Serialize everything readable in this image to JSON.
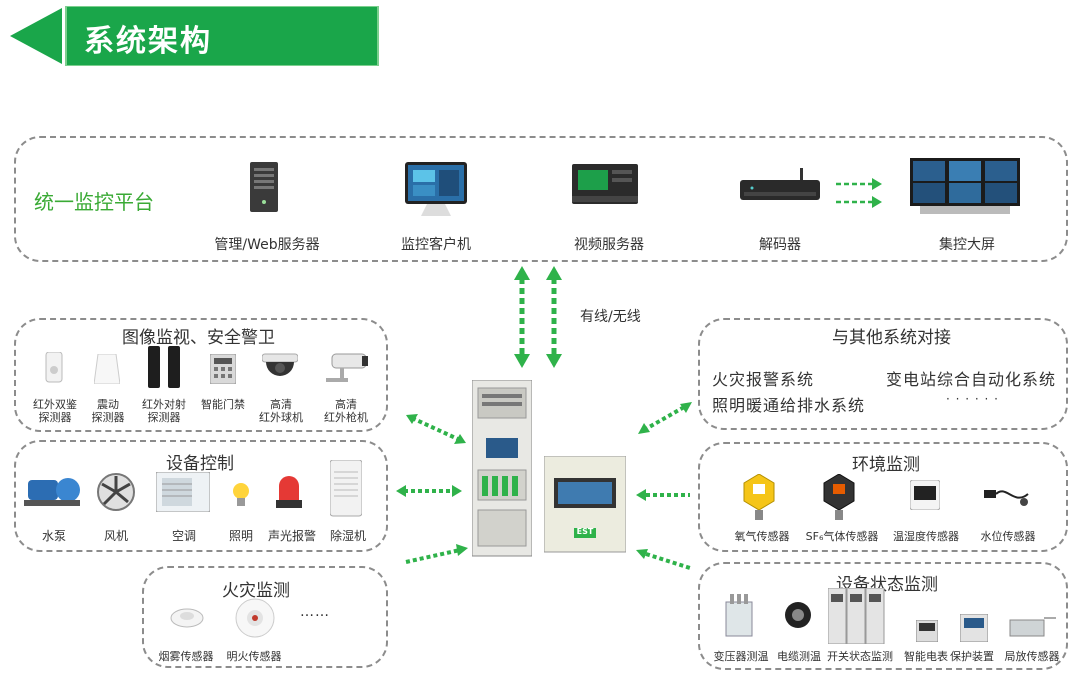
{
  "header": {
    "title": "系统架构",
    "accent": "#1aa64a"
  },
  "platform": {
    "title": "统一监控平台",
    "items": [
      {
        "label": "管理/Web服务器",
        "icon": "server-tower-icon"
      },
      {
        "label": "监控客户机",
        "icon": "monitor-icon"
      },
      {
        "label": "视频服务器",
        "icon": "rack-server-icon"
      },
      {
        "label": "解码器",
        "icon": "decoder-icon"
      },
      {
        "label": "集控大屏",
        "icon": "video-wall-icon"
      }
    ]
  },
  "link_label": "有线/无线",
  "image_security": {
    "title": "图像监视、安全警卫",
    "items": [
      {
        "label": "红外双鉴\n探测器",
        "icon": "pir-detector-icon"
      },
      {
        "label": "震动\n探测器",
        "icon": "vibration-detector-icon"
      },
      {
        "label": "红外对射\n探测器",
        "icon": "beam-detector-icon"
      },
      {
        "label": "智能门禁",
        "icon": "access-control-icon"
      },
      {
        "label": "高清\n红外球机",
        "icon": "dome-camera-icon"
      },
      {
        "label": "高清\n红外枪机",
        "icon": "bullet-camera-icon"
      }
    ]
  },
  "device_control": {
    "title": "设备控制",
    "items": [
      {
        "label": "水泵",
        "icon": "pump-icon"
      },
      {
        "label": "风机",
        "icon": "fan-icon"
      },
      {
        "label": "空调",
        "icon": "air-conditioner-icon"
      },
      {
        "label": "照明",
        "icon": "bulb-icon"
      },
      {
        "label": "声光报警",
        "icon": "alarm-light-icon"
      },
      {
        "label": "除湿机",
        "icon": "dehumidifier-icon"
      }
    ]
  },
  "fire_monitor": {
    "title": "火灾监测",
    "items": [
      {
        "label": "烟雾传感器",
        "icon": "smoke-sensor-icon"
      },
      {
        "label": "明火传感器",
        "icon": "flame-sensor-icon"
      }
    ],
    "more": "……"
  },
  "other_systems": {
    "title": "与其他系统对接",
    "items": [
      "火灾报警系统",
      "变电站综合自动化系统",
      "照明暖通给排水系统",
      "· · · · · ·"
    ]
  },
  "env_monitor": {
    "title": "环境监测",
    "items": [
      {
        "label": "氧气传感器",
        "icon": "oxygen-sensor-icon"
      },
      {
        "label": "SF₆气体传感器",
        "icon": "sf6-sensor-icon"
      },
      {
        "label": "温湿度传感器",
        "icon": "thermo-hygro-sensor-icon"
      },
      {
        "label": "水位传感器",
        "icon": "water-level-sensor-icon"
      }
    ]
  },
  "status_monitor": {
    "title": "设备状态监测",
    "items": [
      {
        "label": "变压器测温",
        "icon": "transformer-icon"
      },
      {
        "label": "电缆测温",
        "icon": "cable-sensor-icon"
      },
      {
        "label": "开关状态监测",
        "icon": "switchgear-icon"
      },
      {
        "label": "智能电表",
        "icon": "smart-meter-icon"
      },
      {
        "label": "保护装置",
        "icon": "protection-device-icon"
      },
      {
        "label": "局放传感器",
        "icon": "partial-discharge-sensor-icon"
      }
    ]
  },
  "center": {
    "cabinet_icon": "control-cabinet-icon",
    "panel_icon": "control-panel-icon",
    "panel_logo": "EST"
  },
  "colors": {
    "arrow": "#2fb24a",
    "border": "#8c8c8c",
    "green": "#1aa64a"
  }
}
